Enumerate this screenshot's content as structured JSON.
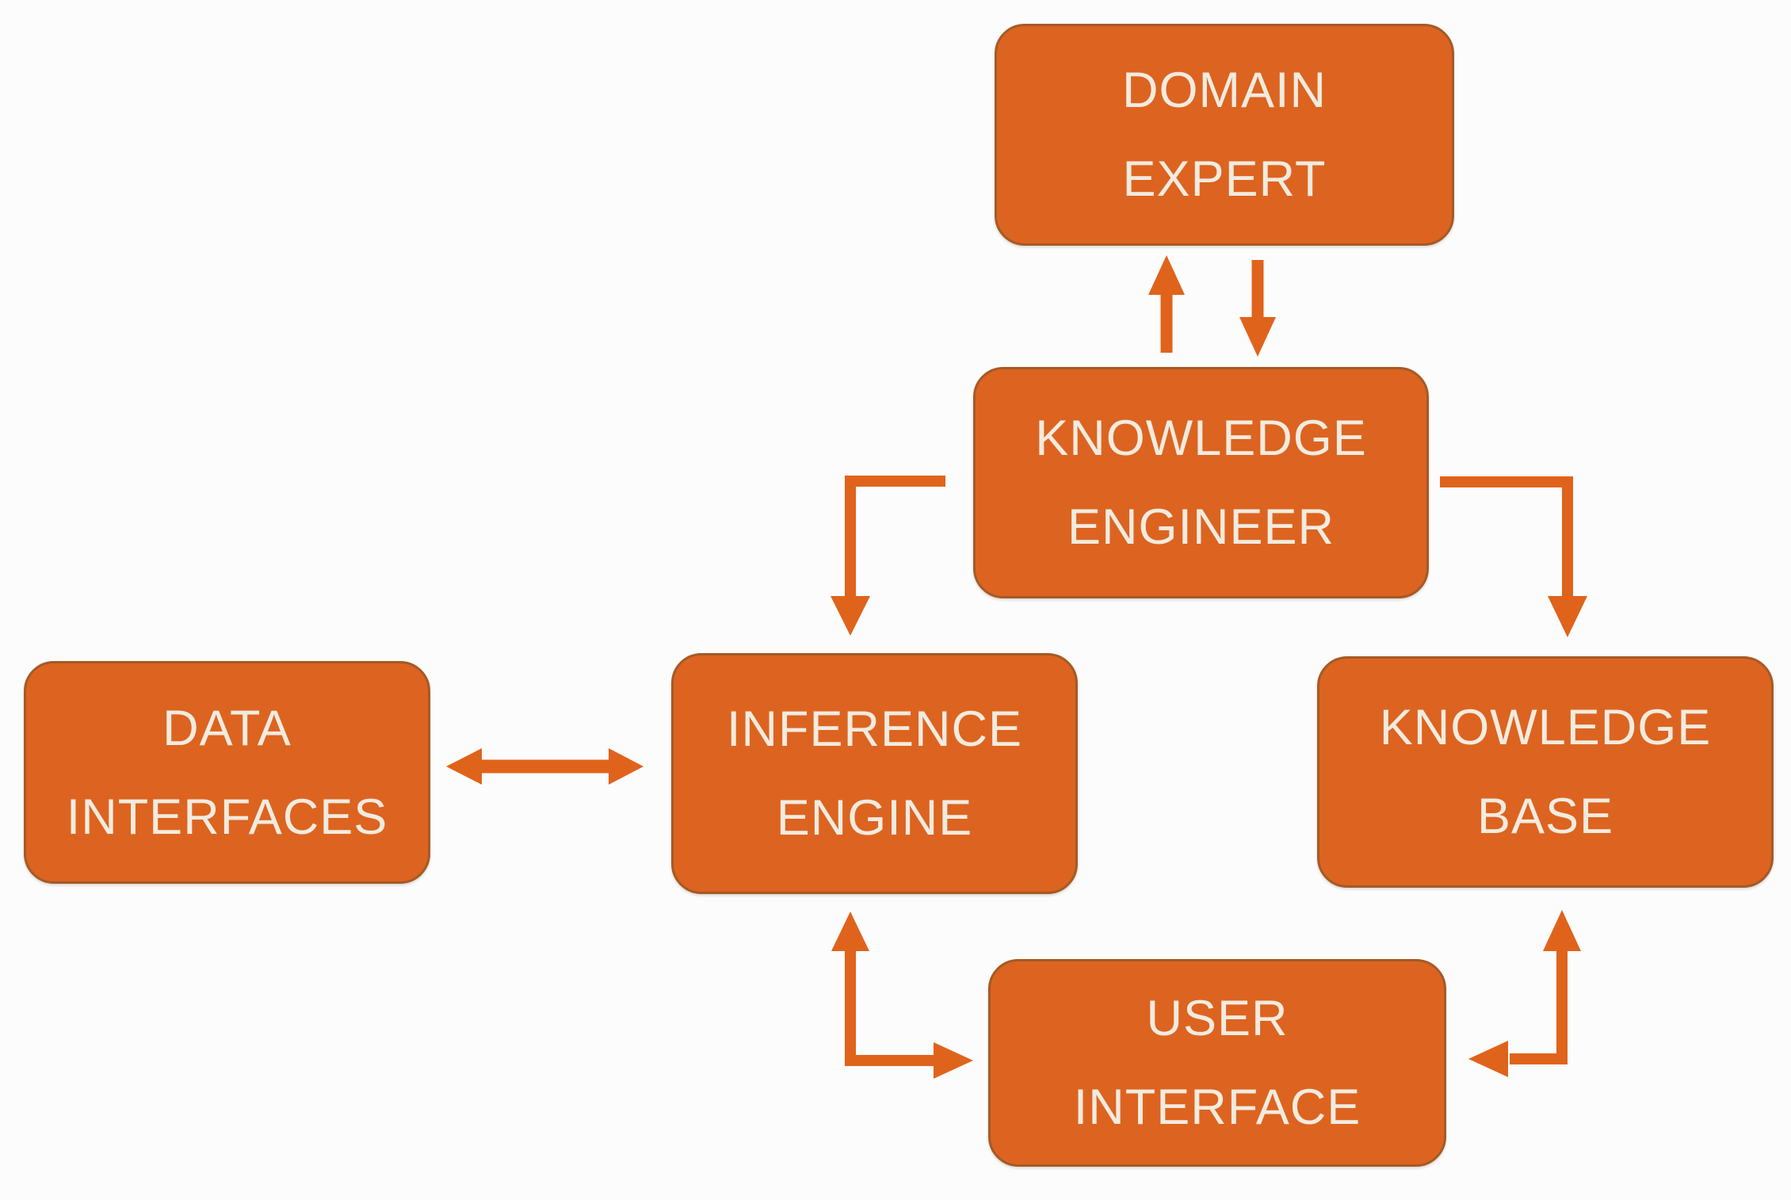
{
  "diagram": {
    "type": "flowchart",
    "background": "#fcfcfc",
    "node_fill": "#DC6420",
    "node_border": "#A55A25",
    "node_text_color": "#F2EBDF",
    "arrow_color": "#E0631C",
    "nodes": {
      "domain_expert": {
        "line1": "DOMAIN",
        "line2": "EXPERT"
      },
      "knowledge_engineer": {
        "line1": "KNOWLEDGE",
        "line2": "ENGINEER"
      },
      "data_interfaces": {
        "line1": "DATA",
        "line2": "INTERFACES"
      },
      "inference_engine": {
        "line1": "INFERENCE",
        "line2": "ENGINE"
      },
      "knowledge_base": {
        "line1": "KNOWLEDGE",
        "line2": "BASE"
      },
      "user_interface": {
        "line1": "USER",
        "line2": "INTERFACE"
      }
    },
    "connections": [
      {
        "from": "knowledge_engineer",
        "to": "domain_expert",
        "style": "straight vertical arrow pointing up"
      },
      {
        "from": "domain_expert",
        "to": "knowledge_engineer",
        "style": "straight vertical arrow pointing down"
      },
      {
        "from": "knowledge_engineer",
        "to": "inference_engine",
        "style": "elbow arrow: left then down"
      },
      {
        "from": "knowledge_engineer",
        "to": "knowledge_base",
        "style": "elbow arrow: right then down"
      },
      {
        "from": "data_interfaces",
        "to": "inference_engine",
        "style": "horizontal double-headed arrow"
      },
      {
        "from": "user_interface",
        "to": "inference_engine",
        "style": "L-shaped double-headed arrow (up into inference engine, right into user interface)"
      },
      {
        "from": "user_interface",
        "to": "knowledge_base",
        "style": "L-shaped double-headed arrow (up into knowledge base, left into user interface)"
      }
    ]
  }
}
